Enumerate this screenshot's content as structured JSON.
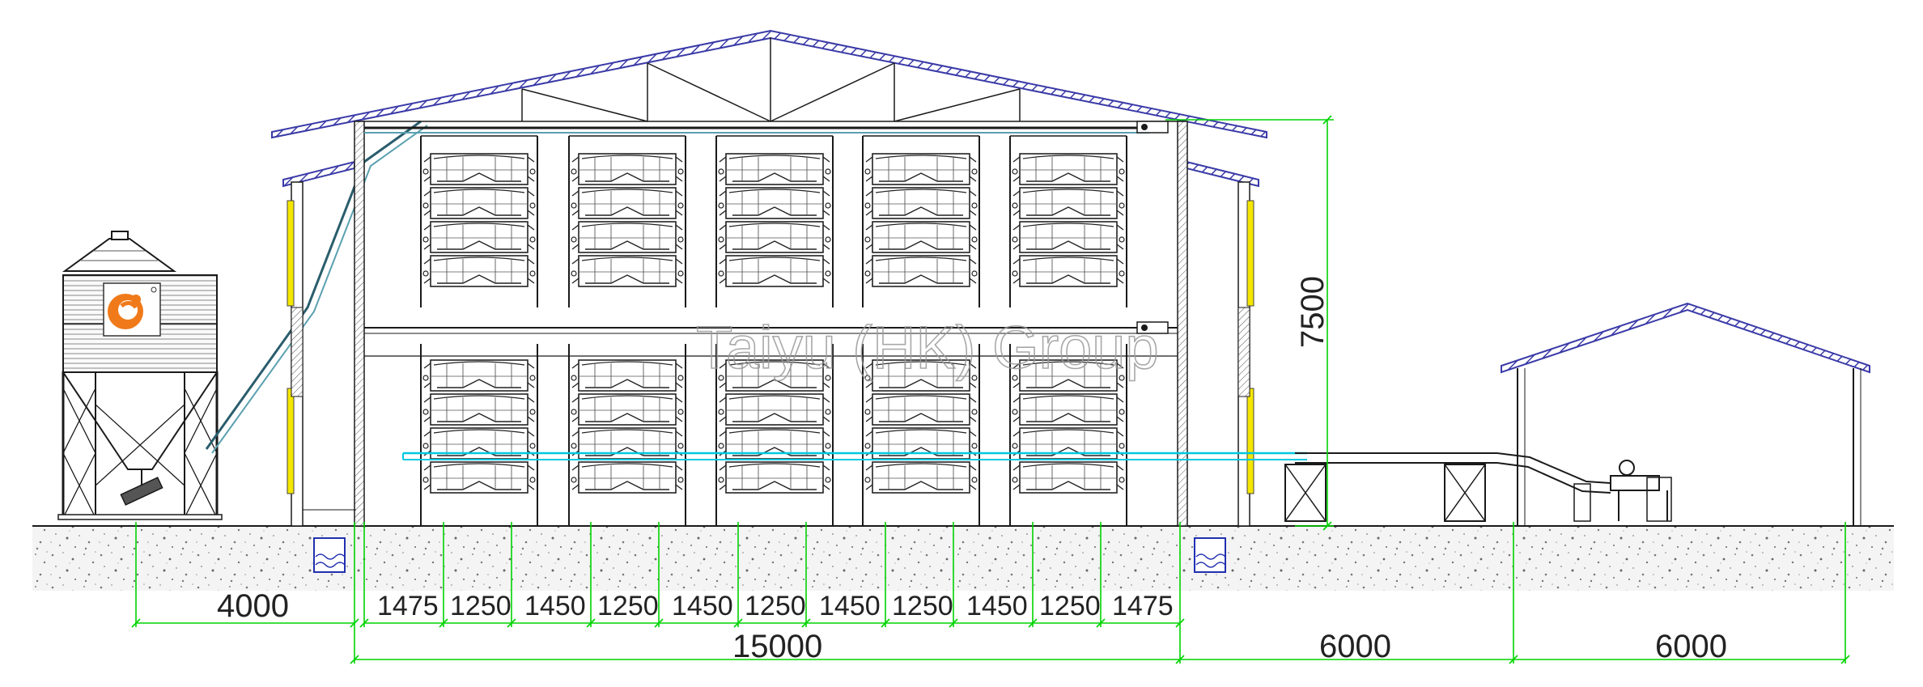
{
  "watermark": "Taiyu (HK) Group",
  "colors": {
    "dimension": "#00d400",
    "roof_hatch": "#3a3aa8",
    "structure": "#1a1a1a",
    "conveyor": "#00c8e0",
    "yellow_panel": "#f5e600",
    "drain": "#2030b0",
    "logo_orange": "#f07a1a"
  },
  "dimensions": {
    "silo_to_house": "4000",
    "house_width": "15000",
    "aisle_section": "6000",
    "shed_width": "6000",
    "height": "7500",
    "bay_segments": [
      "1475",
      "1250",
      "1450",
      "1250",
      "1450",
      "1250",
      "1450",
      "1250",
      "1450",
      "1250",
      "1475"
    ]
  },
  "icons": {
    "silo": "feed-silo-icon",
    "logo": "chicken-logo-icon"
  }
}
